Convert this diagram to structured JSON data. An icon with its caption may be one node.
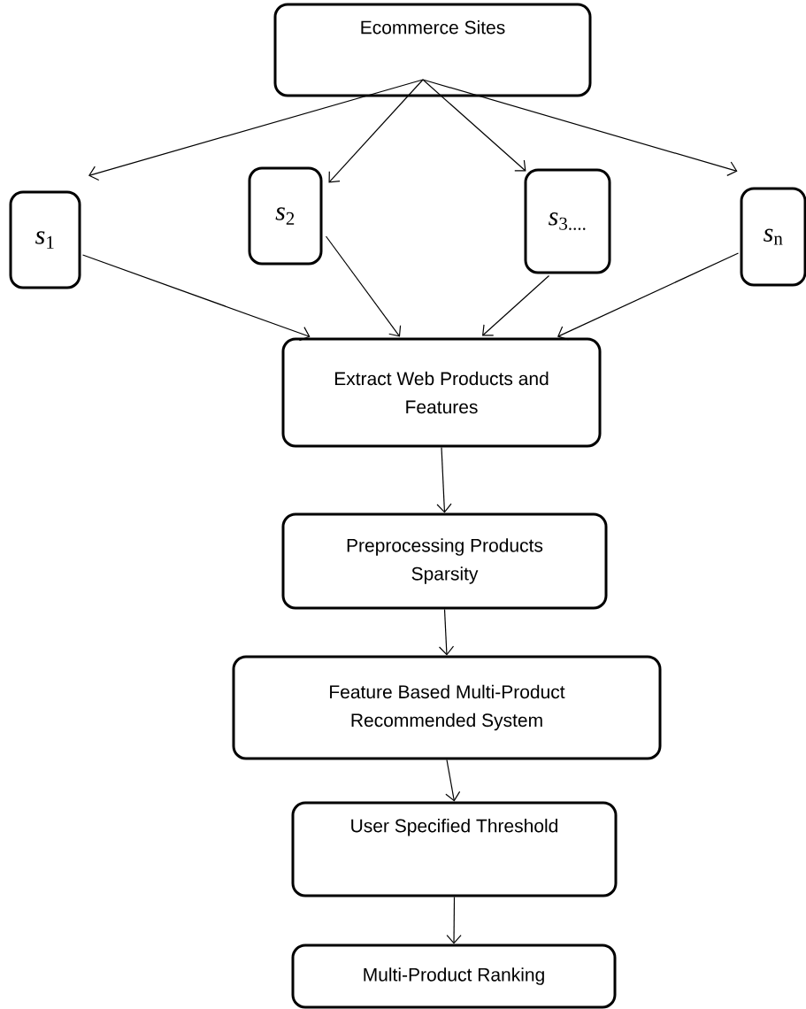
{
  "diagram": {
    "nodes": [
      {
        "text": [
          "Ecommerce Sites"
        ]
      },
      {
        "text": [
          "*s*$_{1}$"
        ]
      },
      {
        "text": [
          "*s*$_{2}$"
        ]
      },
      {
        "text": [
          "*s*$_{3....}$"
        ]
      },
      {
        "text": [
          "*s*$_{n}$"
        ]
      },
      {
        "text": [
          "Extract Web Products and Features"
        ]
      },
      {
        "text": [
          "Preprocessing Products Sparsity"
        ]
      },
      {
        "text": [
          "Feature  Based Multi-Product Recommended System"
        ]
      },
      {
        "text": [
          "User Specified Threshold"
        ]
      },
      {
        "text": [
          "Multi-Product Ranking"
        ]
      }
    ],
    "edges": [
      {
        "from": 0,
        "to": 1,
        "arrow": "to"
      },
      {
        "from": 0,
        "to": 2,
        "arrow": "to"
      },
      {
        "from": 0,
        "to": 3,
        "arrow": "to"
      },
      {
        "from": 0,
        "to": 4,
        "arrow": "to"
      },
      {
        "from": 1,
        "to": 5,
        "arrow": "to"
      },
      {
        "from": 2,
        "to": 5,
        "arrow": "to"
      },
      {
        "from": 3,
        "to": 5,
        "arrow": "to"
      },
      {
        "from": 4,
        "to": 5,
        "arrow": "to"
      },
      {
        "from": 5,
        "to": 6,
        "arrow": "to"
      },
      {
        "from": 6,
        "to": 7,
        "arrow": "to"
      },
      {
        "from": 7,
        "to": 8,
        "arrow": "to"
      },
      {
        "from": 8,
        "to": 9,
        "arrow": "to"
      }
    ]
  }
}
